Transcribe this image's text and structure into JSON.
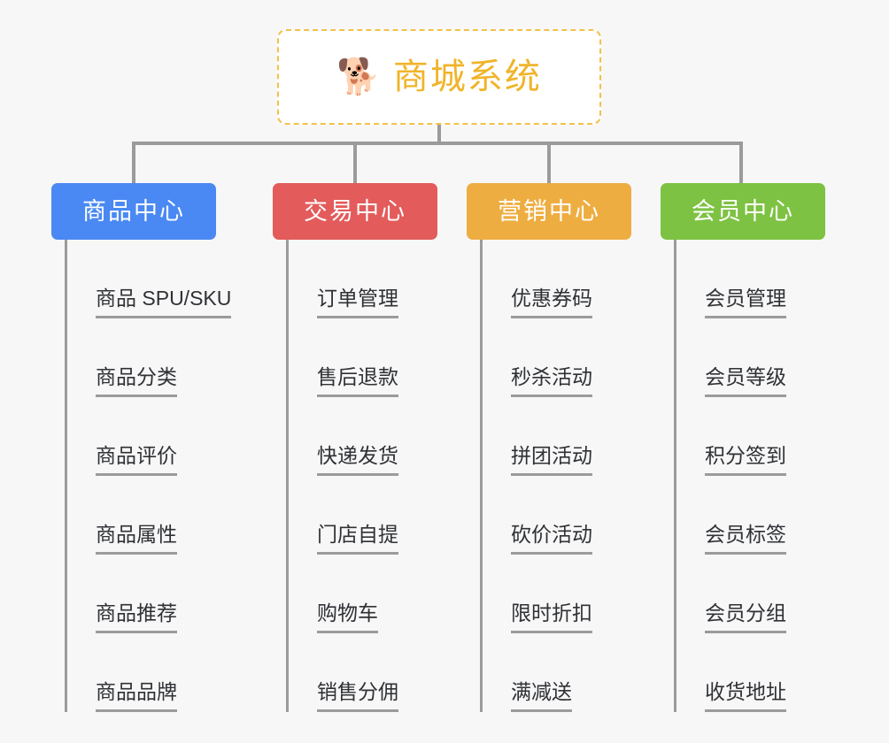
{
  "root": {
    "icon": "dog-face-icon",
    "icon_glyph": "🐕",
    "title": "商城系统",
    "border_color": "#f2c14a",
    "title_color": "#f0b429"
  },
  "background_color": "#f7f7f7",
  "connector_color": "#9b9b9b",
  "columns": [
    {
      "label": "商品中心",
      "color": "#4a89f3",
      "items": [
        "商品 SPU/SKU",
        "商品分类",
        "商品评价",
        "商品属性",
        "商品推荐",
        "商品品牌"
      ]
    },
    {
      "label": "交易中心",
      "color": "#e35b5b",
      "items": [
        "订单管理",
        "售后退款",
        "快递发货",
        "门店自提",
        "购物车",
        "销售分佣"
      ]
    },
    {
      "label": "营销中心",
      "color": "#eead41",
      "items": [
        "优惠券码",
        "秒杀活动",
        "拼团活动",
        "砍价活动",
        "限时折扣",
        "满减送"
      ]
    },
    {
      "label": "会员中心",
      "color": "#78c council",
      "items": [
        "会员管理",
        "会员等级",
        "积分签到",
        "会员标签",
        "会员分组",
        "收货地址"
      ]
    }
  ]
}
